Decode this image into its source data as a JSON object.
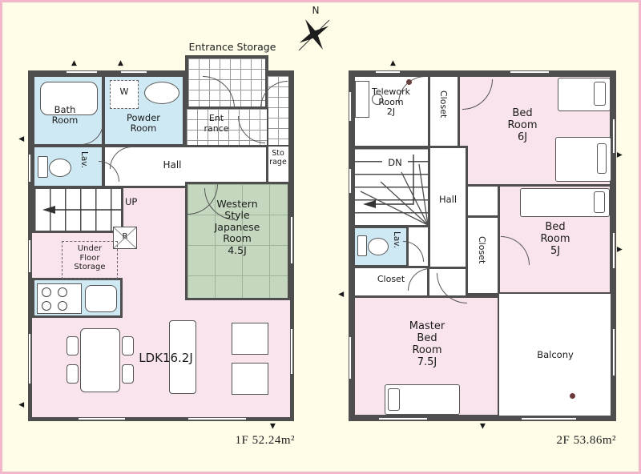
{
  "colors": {
    "bg": "#fffde8",
    "frame": "#f2b7cb",
    "wall": "#4e4e4e",
    "pink": "#f9e3ec",
    "blue": "#cfe9f4",
    "green": "#c5d8bf",
    "dot": "#6b3a3a"
  },
  "compass": {
    "label": "N"
  },
  "floor1": {
    "header": "Entrance Storage",
    "area_label": "1F 52.24m²",
    "rooms": {
      "bath": "Bath\nRoom",
      "powder": "Powder\nRoom",
      "washer": "W",
      "entrance": "Ent\nrance",
      "storage": "Sto\nrage",
      "hall": "Hall",
      "lav": "Lav.",
      "stairs": "UP",
      "japanese": "Western\nStyle\nJapanese\nRoom\n4.5J",
      "underfloor": "Under\nFloor\nStorage",
      "fridge": "R",
      "ldk": "LDK16.2J"
    }
  },
  "floor2": {
    "area_label": "2F 53.86m²",
    "rooms": {
      "telework": "Telework\nRoom\n2J",
      "closet_top": "Closet",
      "bed6": "Bed\nRoom\n6J",
      "stairs": "DN",
      "hall": "Hall",
      "lav": "Lav.",
      "closet_bottom": "Closet",
      "closet_mid": "Closet",
      "bed5": "Bed\nRoom\n5J",
      "master": "Master\nBed\nRoom\n7.5J",
      "balcony": "Balcony"
    }
  }
}
